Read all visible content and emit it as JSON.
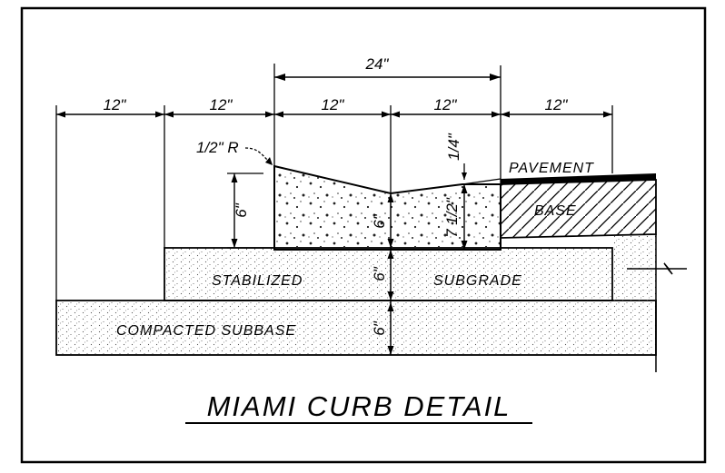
{
  "title": "MIAMI CURB DETAIL",
  "dimensions": {
    "overall_width": "24\"",
    "seg_1": "12\"",
    "seg_2": "12\"",
    "seg_3": "12\"",
    "seg_4": "12\"",
    "seg_5": "12\"",
    "radius": "1/2\" R",
    "curb_height": "6\"",
    "depth_center": "6\"",
    "gutter_depth": "7 1/2\"",
    "pavement_drop": "1/4\"",
    "stabilized_thickness": "6\"",
    "subbase_thickness": "6\""
  },
  "layers": {
    "pavement": "PAVEMENT",
    "base": "BASE",
    "stabilized": "STABILIZED",
    "subgrade": "SUBGRADE",
    "subbase": "COMPACTED SUBBASE"
  }
}
